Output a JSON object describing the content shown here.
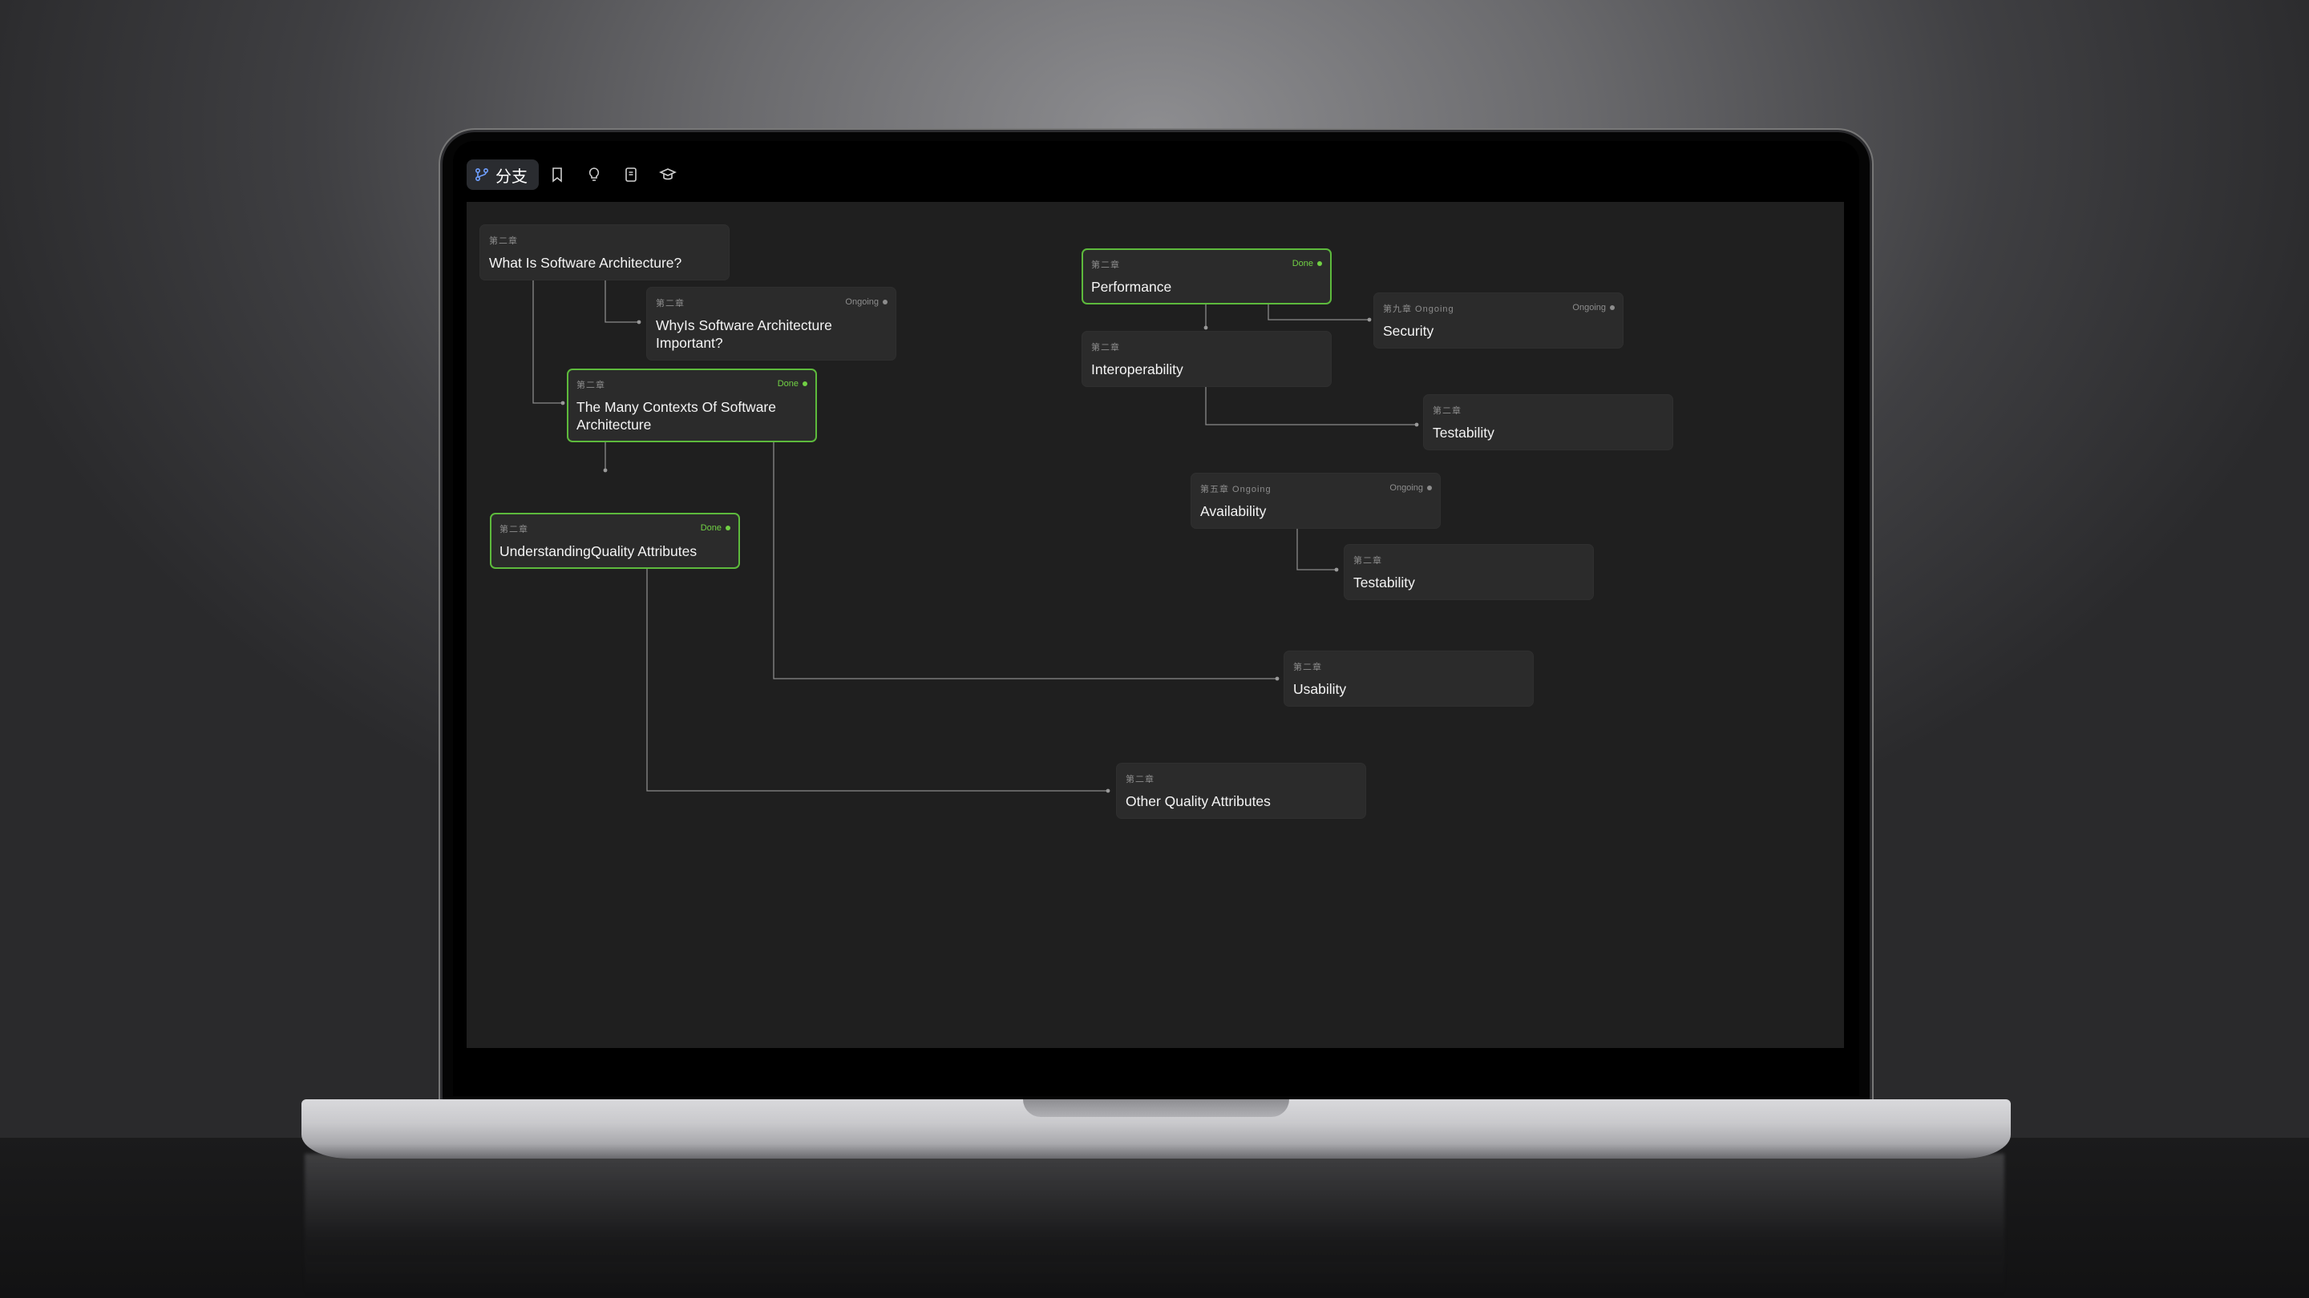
{
  "toolbar": {
    "branch_label": "分支",
    "icons": [
      "branch-icon",
      "bookmark-icon",
      "lightbulb-icon",
      "note-icon",
      "graduation-cap-icon"
    ]
  },
  "colors": {
    "done": "#71d044",
    "ongoing": "#8d8d8d",
    "canvas": "#1f1f1f",
    "card": "#2b2b2b"
  },
  "nodes": {
    "what_is": {
      "chapter": "第二章",
      "status": "",
      "title": "What Is Software Architecture?"
    },
    "why_is": {
      "chapter": "第二章",
      "status": "Ongoing",
      "title": "WhyIs Software Architecture Important?"
    },
    "contexts": {
      "chapter": "第二章",
      "status": "Done",
      "title": "The Many Contexts Of Software Architecture"
    },
    "understanding": {
      "chapter": "第二章",
      "status": "Done",
      "title": "UnderstandingQuality Attributes"
    },
    "performance": {
      "chapter": "第二章",
      "status": "Done",
      "title": "Performance"
    },
    "security": {
      "chapter": "第九章 Ongoing",
      "status": "Ongoing",
      "title": "Security"
    },
    "interoperability": {
      "chapter": "第二章",
      "status": "",
      "title": "Interoperability"
    },
    "testability_1": {
      "chapter": "第二章",
      "status": "",
      "title": "Testability"
    },
    "availability": {
      "chapter": "第五章 Ongoing",
      "status": "Ongoing",
      "title": "Availability"
    },
    "testability_2": {
      "chapter": "第二章",
      "status": "",
      "title": "Testability"
    },
    "usability": {
      "chapter": "第二章",
      "status": "",
      "title": "Usability"
    },
    "other_quality": {
      "chapter": "第二章",
      "status": "",
      "title": "Other Quality Attributes"
    }
  }
}
